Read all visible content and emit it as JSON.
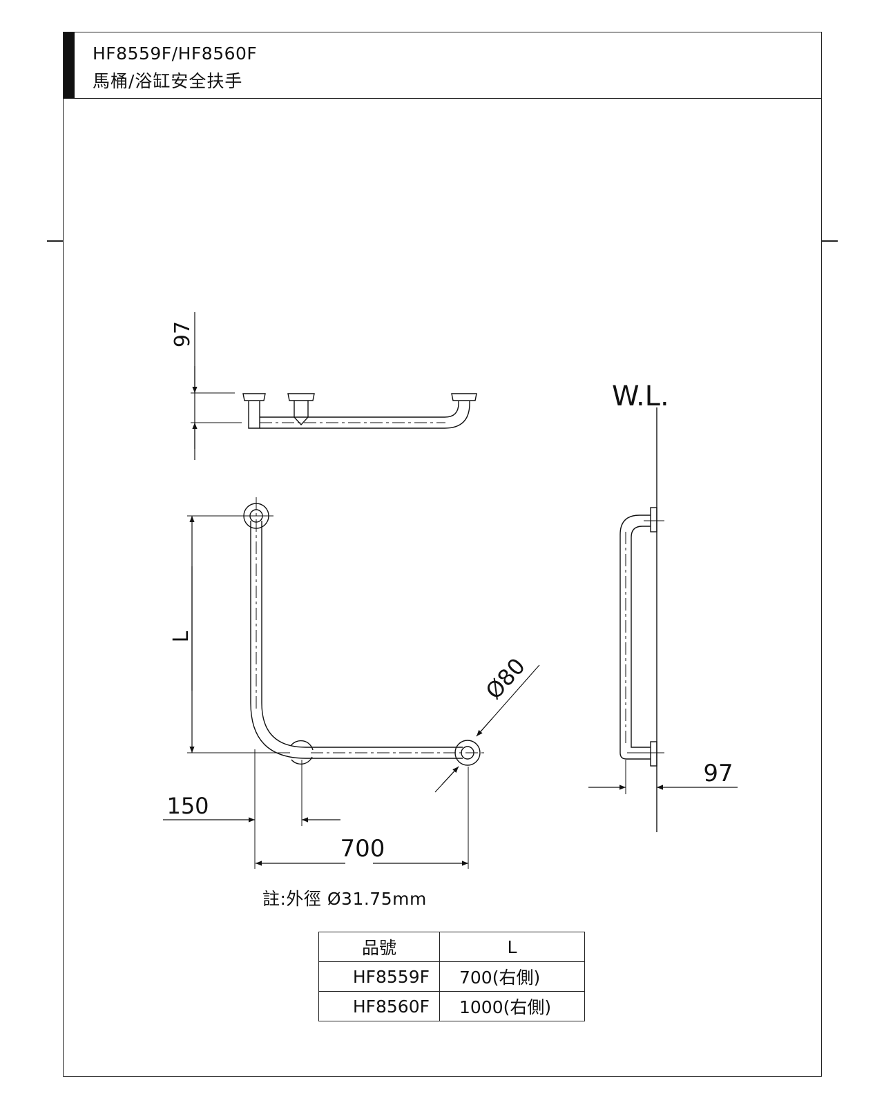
{
  "header": {
    "model_title": "HF8559F/HF8560F",
    "model_subtitle": "馬桶/浴缸安全扶手"
  },
  "dimensions": {
    "top_projection": "97",
    "length": "L",
    "diameter": "Ø80",
    "offset": "150",
    "width": "700",
    "side_projection": "97",
    "water_line": "W.L."
  },
  "note": "註:外徑 Ø31.75mm",
  "table": {
    "headers": [
      "品號",
      "L"
    ],
    "rows": [
      [
        "HF8559F",
        "700(右側)"
      ],
      [
        "HF8560F",
        "1000(右側)"
      ]
    ]
  }
}
